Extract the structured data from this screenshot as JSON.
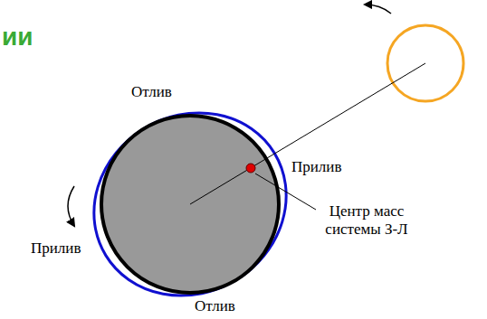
{
  "diagram": {
    "title": "ии",
    "labels": [
      "Отлив",
      "Прилив",
      "Центр масс системы З-Л",
      "Прилив",
      "Отлив"
    ]
  }
}
